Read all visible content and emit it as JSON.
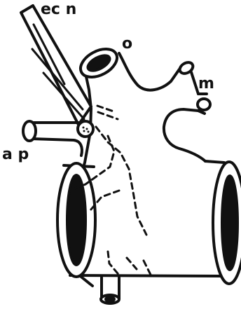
{
  "labels": {
    "ecn": "ec n",
    "o": "o",
    "m": "m",
    "ap": "a p"
  },
  "colors": {
    "ink": "#111111",
    "paper": "#ffffff"
  }
}
